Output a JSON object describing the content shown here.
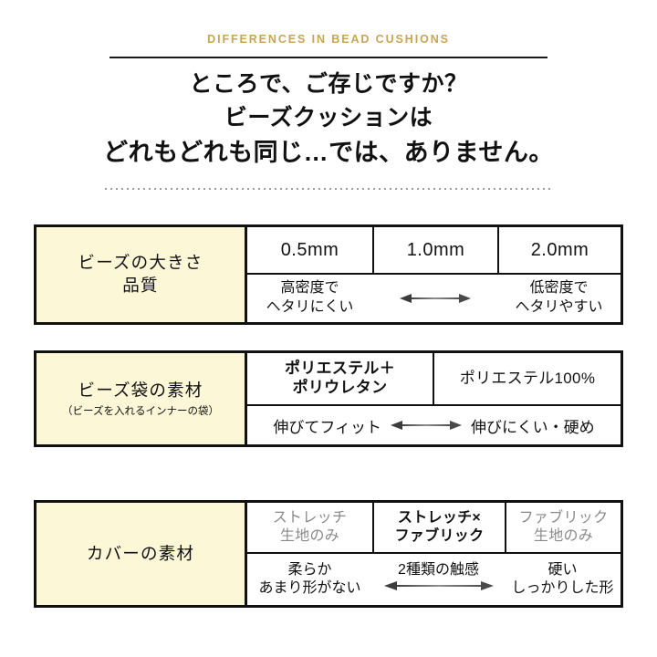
{
  "header": {
    "eyebrow": "DIFFERENCES IN BEAD CUSHIONS",
    "eyebrow_color": "#c9a553",
    "rule_color": "#1a1a1a"
  },
  "headline": {
    "line1": "ところで、ご存じですか？",
    "line2": "ビーズクッションは",
    "line3": "どれもどれも同じ…では、ありません。"
  },
  "divider": {
    "style": "dotted",
    "color": "#8d8d8d"
  },
  "palette": {
    "label_cell_bg": "#fbf7d7",
    "border": "#111111",
    "muted_text": "#8a8a8a",
    "arrow": "#4a4a4a"
  },
  "tables": [
    {
      "id": "beads",
      "label": {
        "main_line1": "ビーズの大きさ",
        "main_line2": "品質",
        "note": ""
      },
      "headers": [
        "0.5mm",
        "1.0mm",
        "2.0mm"
      ],
      "descriptions": {
        "left_line1": "高密度で",
        "left_line2": "ヘタリにくい",
        "middle": "",
        "right_line1": "低密度で",
        "right_line2": "ヘタリやすい"
      },
      "arrow": "double-headed-arrow"
    },
    {
      "id": "bag",
      "label": {
        "main_line1": "ビーズ袋の素材",
        "main_line2": "",
        "note": "（ビーズを入れるインナーの袋）"
      },
      "headers": [
        "ポリエステル＋ポリウレタン",
        "ポリエステル100%"
      ],
      "header_lines": [
        [
          "ポリエステル＋",
          "ポリウレタン"
        ],
        [
          "ポリエステル100%"
        ]
      ],
      "descriptions": {
        "left": "伸びてフィット",
        "right": "伸びにくい・硬め"
      },
      "arrow": "double-headed-arrow"
    },
    {
      "id": "cover",
      "label": {
        "main_line1": "カバーの素材",
        "main_line2": "",
        "note": ""
      },
      "headers": [
        "ストレッチ生地のみ",
        "ストレッチ×ファブリック",
        "ファブリック生地のみ"
      ],
      "header_lines": [
        [
          "ストレッチ",
          "生地のみ"
        ],
        [
          "ストレッチ×",
          "ファブリック"
        ],
        [
          "ファブリック",
          "生地のみ"
        ]
      ],
      "descriptions": {
        "left_line1": "柔らか",
        "left_line2": "あまり形がない",
        "middle_line1": "2種類の触感",
        "middle_line2": "",
        "right_line1": "硬い",
        "right_line2": "しっかりした形"
      },
      "arrow": "double-headed-arrow"
    }
  ]
}
